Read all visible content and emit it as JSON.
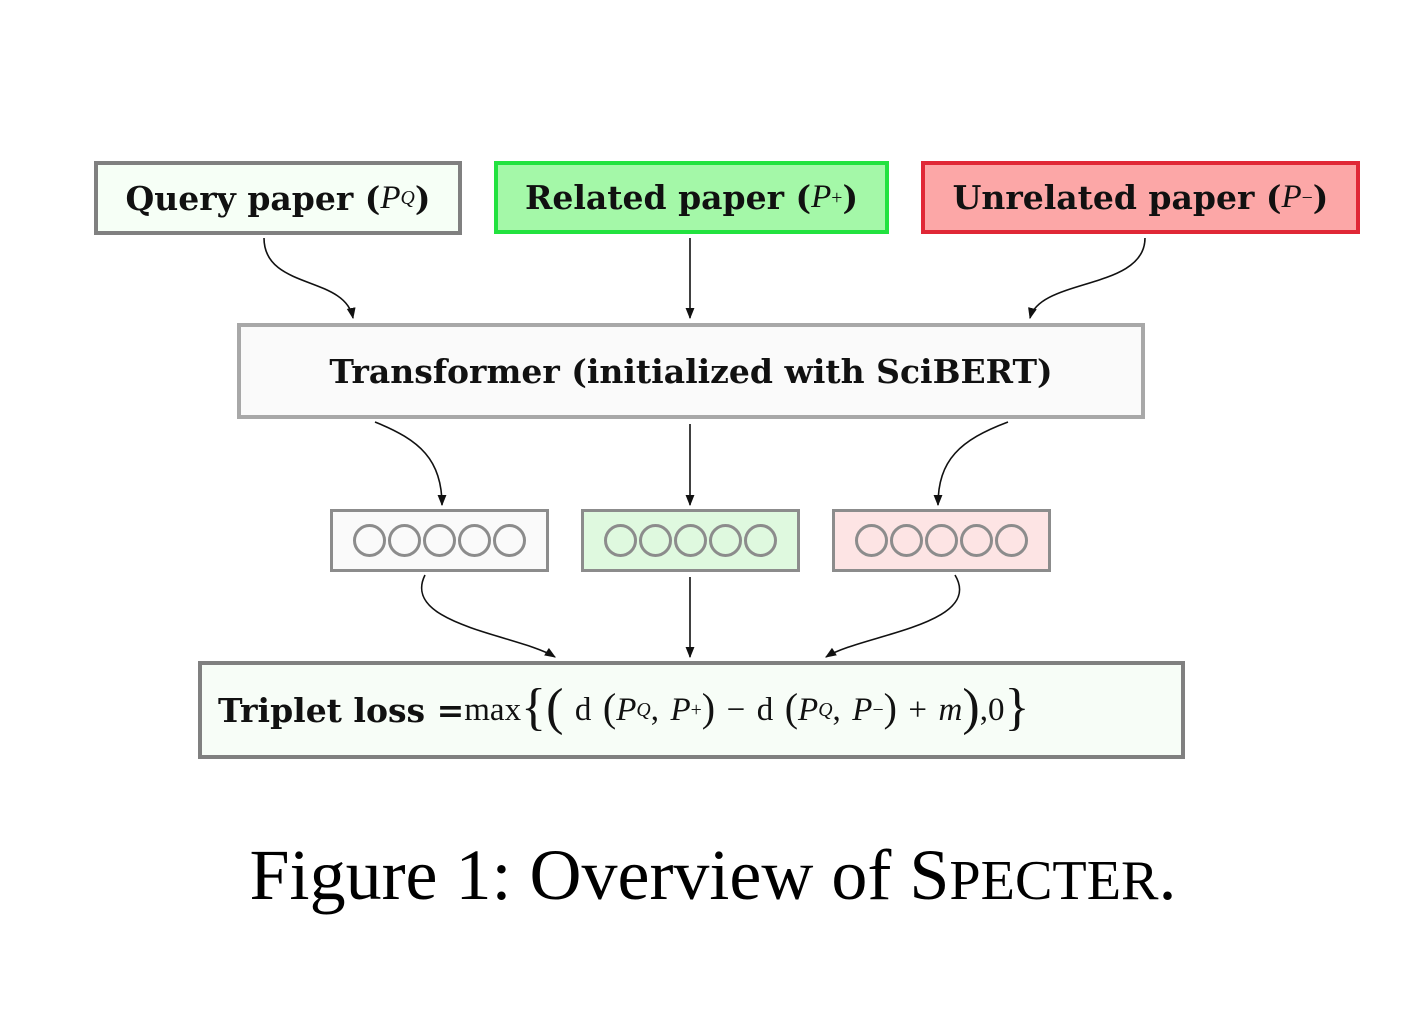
{
  "inputs": {
    "query": {
      "label": "Query paper",
      "symbol_base": "P",
      "symbol_sup": "Q"
    },
    "related": {
      "label": "Related paper",
      "symbol_base": "P",
      "symbol_sup": "+"
    },
    "unrelated": {
      "label": "Unrelated paper",
      "symbol_base": "P",
      "symbol_sup": "−"
    }
  },
  "encoder": {
    "label": "Transformer (initialized with SciBERT)"
  },
  "embeddings": [
    {
      "id": "query",
      "units": 5
    },
    {
      "id": "related",
      "units": 5
    },
    {
      "id": "unrelated",
      "units": 5
    }
  ],
  "loss": {
    "label": "Triplet loss =",
    "func": "max",
    "d": "d",
    "p": "P",
    "sup_q": "Q",
    "sup_pos": "+",
    "sup_neg": "−",
    "minus": "−",
    "plus": "+",
    "margin": "m",
    "zero": "0"
  },
  "caption": {
    "prefix": "Figure 1: Overview of ",
    "name_initial": "S",
    "name_rest": "PECTER",
    "suffix": "."
  },
  "colors": {
    "query_border": "#808080",
    "related_border": "#22e23f",
    "related_fill": "#a4f8a8",
    "unrelated_border": "#e02836",
    "unrelated_fill": "#fca7a7"
  }
}
